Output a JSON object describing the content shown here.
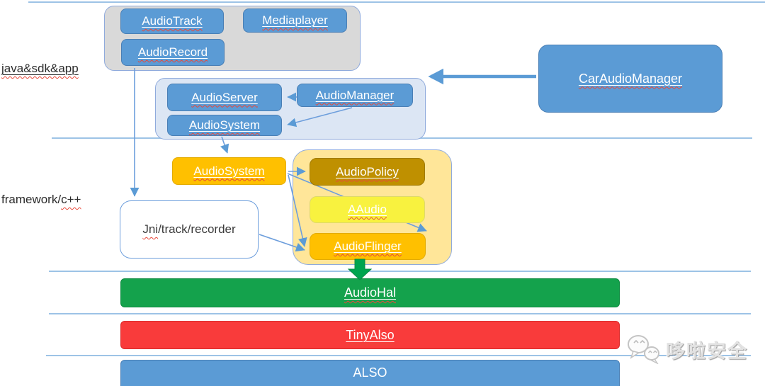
{
  "section_labels": {
    "java": "java&sdk&app",
    "framework_prefix": "framework/",
    "framework_wavy": "c++"
  },
  "app_group": {
    "audiotrack": "AudioTrack",
    "mediaplayer": "Mediaplayer",
    "audiorecord": "AudioRecord"
  },
  "services_group": {
    "audioserver": "AudioServer",
    "audiomanager": "AudioManager",
    "audiosystem": "AudioSystem"
  },
  "car_audio_manager": "CarAudioManager",
  "native_layer": {
    "audiosystem": "AudioSystem",
    "jni_wavy": "Jni",
    "jni_rest": "/track/recorder",
    "audiopolicy": "AudioPolicy",
    "aaudio": "AAudio",
    "audioflinger": "AudioFlinger"
  },
  "bars": {
    "audiohal": {
      "label": "AudioHal",
      "color": "#14A24C"
    },
    "tinyalso": {
      "label": "TinyAlso",
      "color": "#F93B3B"
    },
    "also": {
      "label": "ALSO",
      "color": "#5B9BD5"
    }
  },
  "watermark": {
    "text": "哆啦安全",
    "icon": "wechat-icon"
  },
  "palette": {
    "box_blue": "#5B9BD5",
    "container_gray": "#D9D9D9",
    "container_lightblue": "#DCE6F4",
    "container_tan": "#FFE699",
    "gold_dark": "#BF9000",
    "yellow": "#F8F23F",
    "orange": "#FFC000",
    "divider_blue": "#9DC3E6",
    "arrow_blue": "#5B9BD5",
    "green_arrow": "#00A44E"
  }
}
